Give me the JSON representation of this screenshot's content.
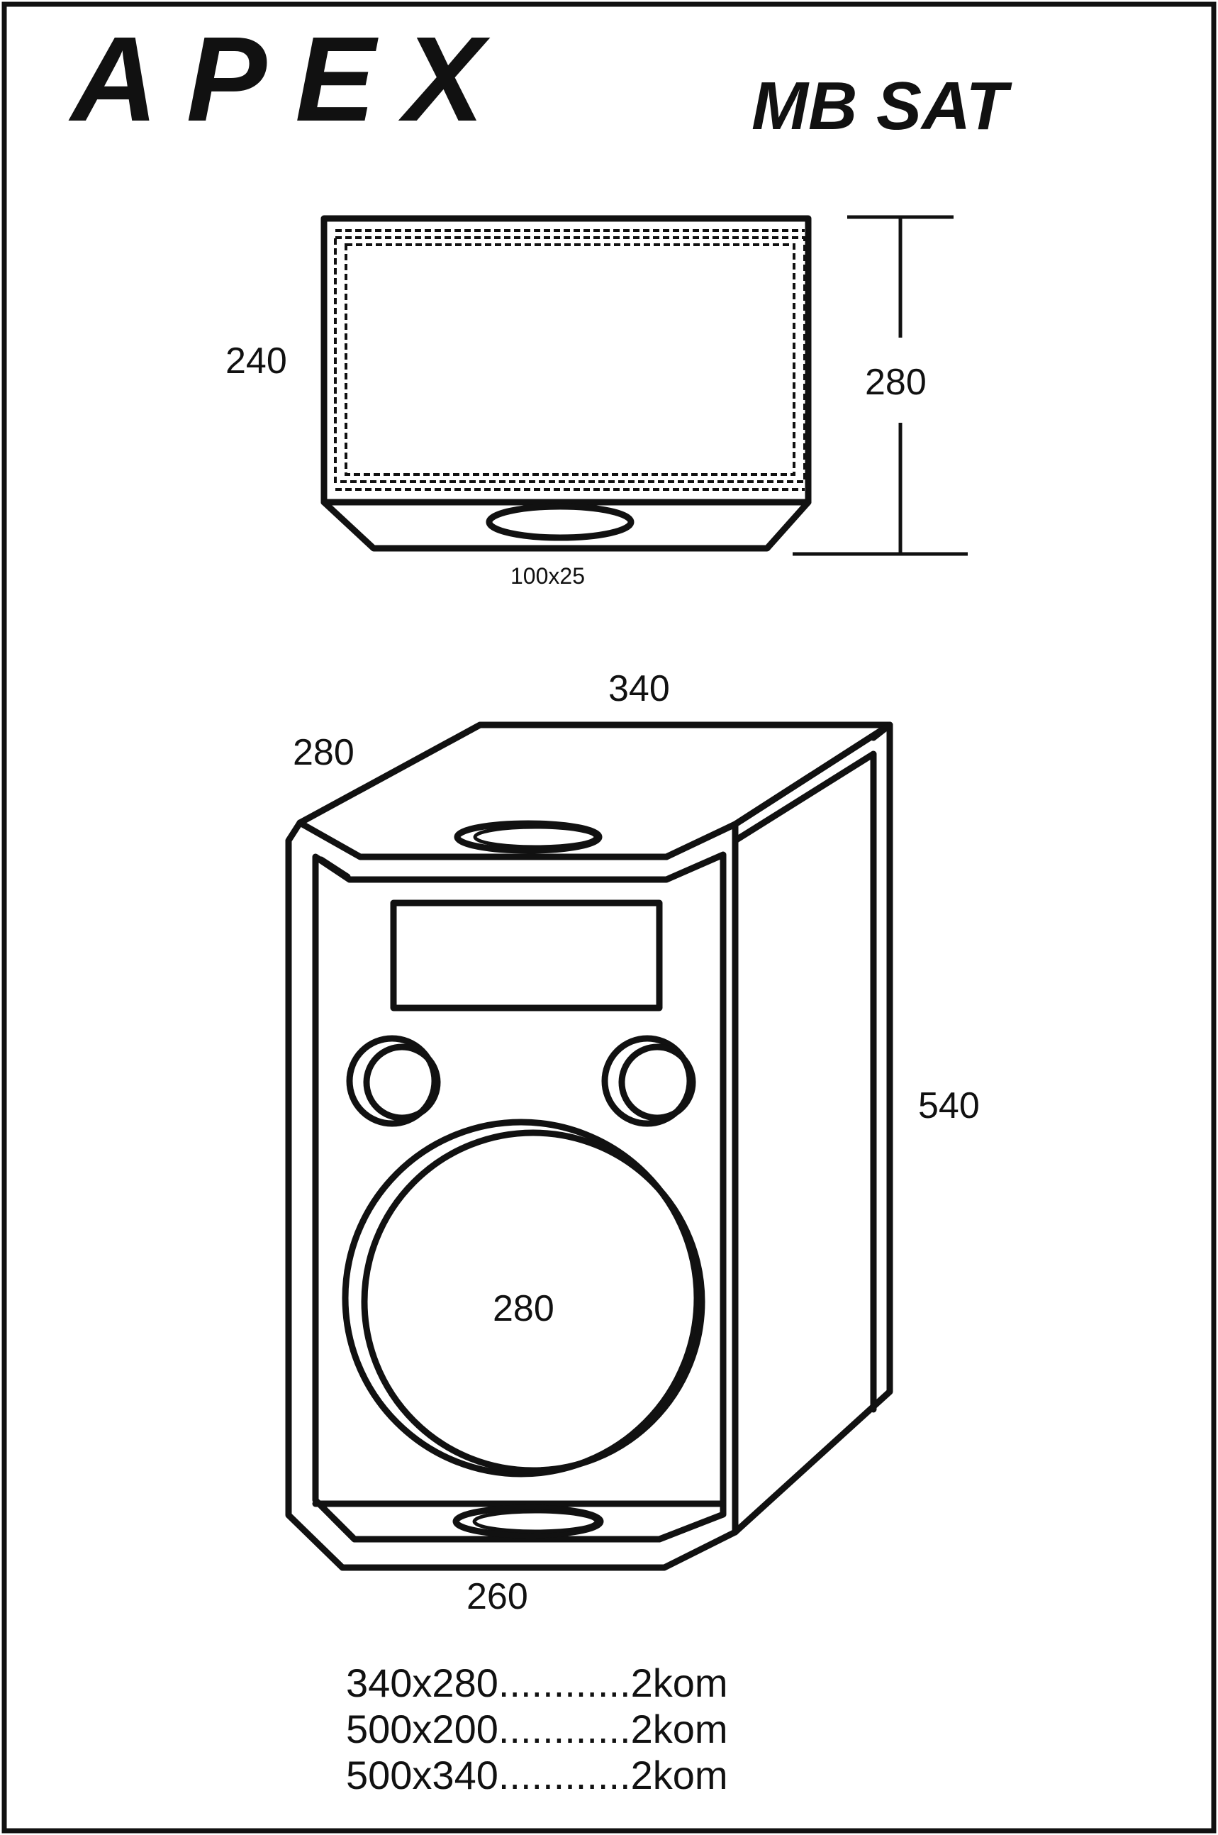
{
  "brand": {
    "logo_text": "APEX",
    "model": "MB SAT"
  },
  "top_view": {
    "inner_height": "240",
    "outer_height": "280",
    "port_size": "100x25"
  },
  "front_view": {
    "width": "340",
    "depth": "280",
    "height": "540",
    "woofer_diameter": "280",
    "bottom_width": "260"
  },
  "parts_list": [
    "340x280............2kom",
    "500x200............2kom",
    "500x340............2kom"
  ]
}
